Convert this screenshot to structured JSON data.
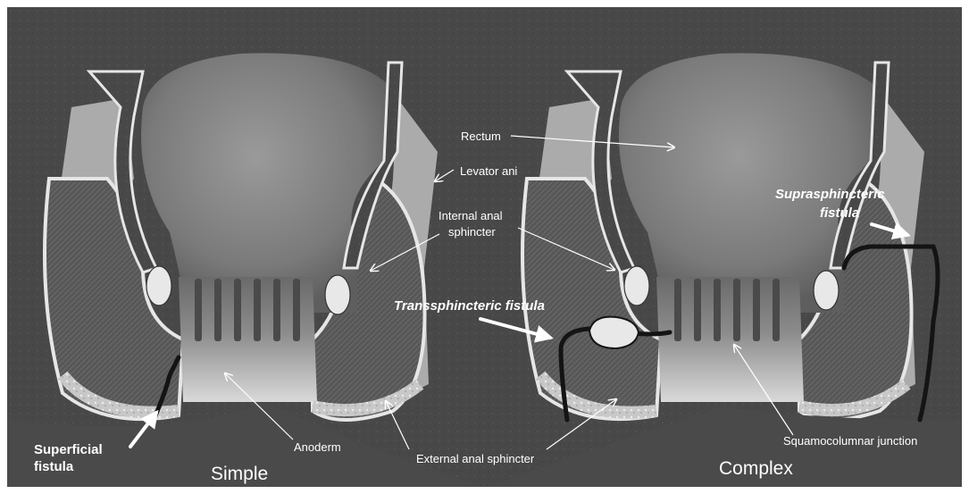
{
  "figure": {
    "labels": {
      "rectum": "Rectum",
      "levator_ani": "Levator ani",
      "internal_anal_sphincter_line1": "Internal anal",
      "internal_anal_sphincter_line2": "sphincter",
      "anoderm": "Anoderm",
      "external_anal_sphincter": "External anal sphincter",
      "squamocolumnar_junction": "Squamocolumnar junction"
    },
    "fistulas": {
      "superficial_line1": "Superficial",
      "superficial_line2": "fistula",
      "transsphincteric": "Transsphincteric fistula",
      "suprasphincteric_line1": "Suprasphincteric",
      "suprasphincteric_line2": "fistula"
    },
    "captions": {
      "simple": "Simple",
      "complex": "Complex"
    },
    "colors": {
      "background": "#4d4d4d",
      "annotation": "#ffffff",
      "fistula_tract": "#141414"
    }
  }
}
